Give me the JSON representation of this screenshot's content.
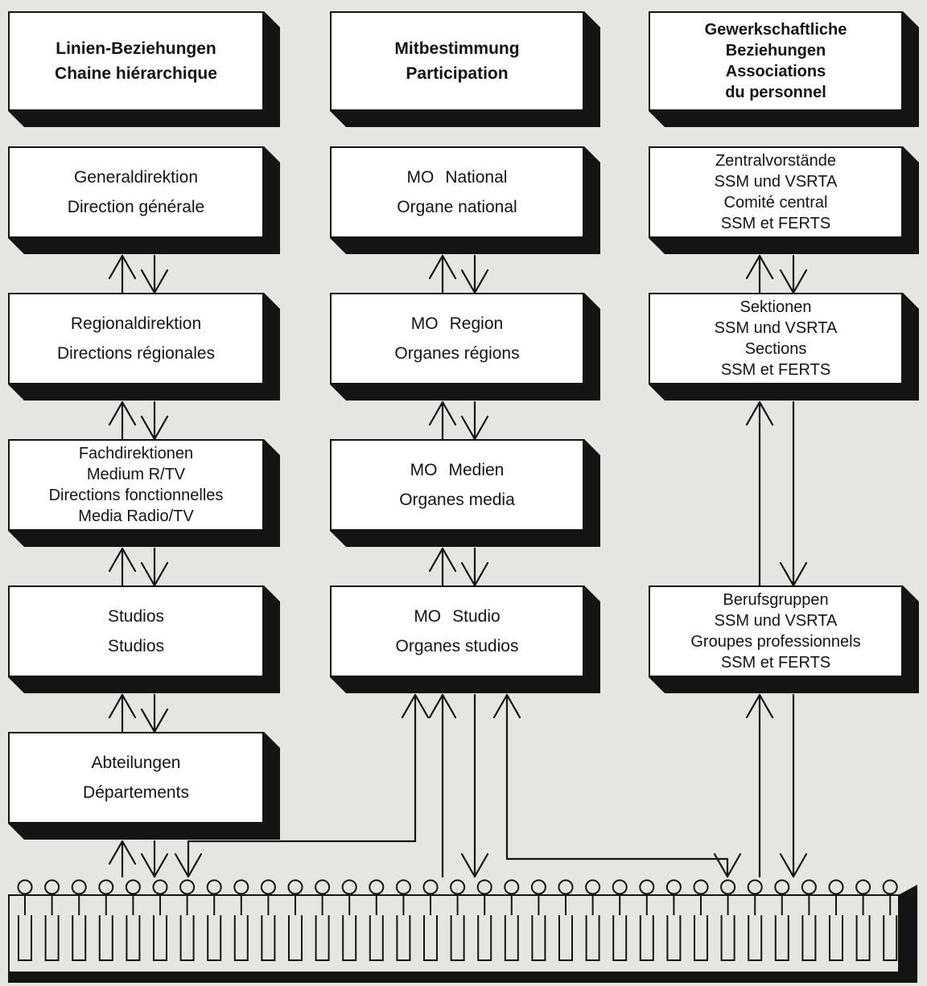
{
  "headers": {
    "line": {
      "de": "Linien-Beziehungen",
      "fr": "Chaine hiérarchique"
    },
    "codetermination": {
      "de": "Mitbestimmung",
      "fr": "Participation"
    },
    "unions": {
      "de_line1": "Gewerkschaftliche",
      "de_line2": "Beziehungen",
      "fr_line1": "Associations",
      "fr_line2": "du personnel"
    }
  },
  "line_column": {
    "general": {
      "de": "Generaldirektion",
      "fr": "Direction générale"
    },
    "regional": {
      "de": "Regionaldirektion",
      "fr": "Directions régionales"
    },
    "functional": {
      "de_line1": "Fachdirektionen",
      "de_line2": "Medium R/TV",
      "fr_line1": "Directions fonctionnelles",
      "fr_line2": "Media Radio/TV"
    },
    "studios": {
      "de": "Studios",
      "fr": "Studios"
    },
    "departments": {
      "de": "Abteilungen",
      "fr": "Départements"
    }
  },
  "participation_column": {
    "national": {
      "mo": "MO",
      "de": "National",
      "fr": "Organe national"
    },
    "region": {
      "mo": "MO",
      "de": "Region",
      "fr": "Organes régions"
    },
    "media": {
      "mo": "MO",
      "de": "Medien",
      "fr": "Organes media"
    },
    "studio": {
      "mo": "MO",
      "de": "Studio",
      "fr": "Organes studios"
    }
  },
  "union_column": {
    "central": {
      "de_line1": "Zentralvorstände",
      "de_line2": "SSM und VSRTA",
      "fr_line1": "Comité central",
      "fr_line2": "SSM et FERTS"
    },
    "sections": {
      "de_line1": "Sektionen",
      "de_line2": "SSM und VSRTA",
      "fr_line1": "Sections",
      "fr_line2": "SSM et FERTS"
    },
    "professional": {
      "de_line1": "Berufsgruppen",
      "de_line2": "SSM und VSRTA",
      "fr_line1": "Groupes professionnels",
      "fr_line2": "SSM et FERTS"
    }
  },
  "staff_figures": 33,
  "colors": {
    "ink": "#141414",
    "paper": "#e5e6e1",
    "box": "#ffffff"
  }
}
